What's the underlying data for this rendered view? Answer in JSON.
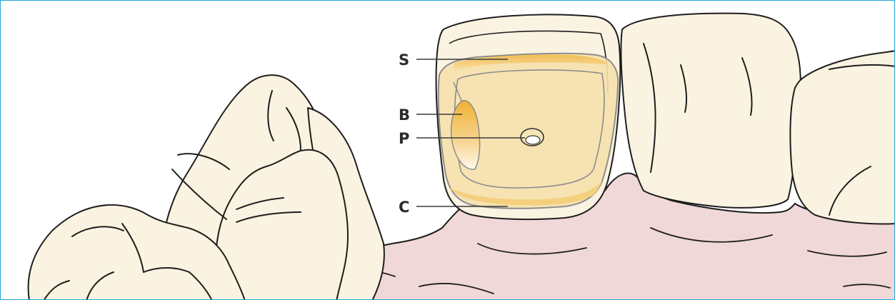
{
  "diagram": {
    "labels": [
      {
        "id": "S",
        "text": "S"
      },
      {
        "id": "B",
        "text": "B"
      },
      {
        "id": "P",
        "text": "P"
      },
      {
        "id": "C",
        "text": "C"
      }
    ]
  },
  "colors": {
    "frame": "#2aa8d8",
    "tooth_fill": "#fbf3e1",
    "gum_fill": "#f1d8d8",
    "outline": "#1e1e1e",
    "restoration_fill": "#f6e1ad",
    "restoration_edge": "#efb94a",
    "leader_line": "#3a3a3a"
  }
}
